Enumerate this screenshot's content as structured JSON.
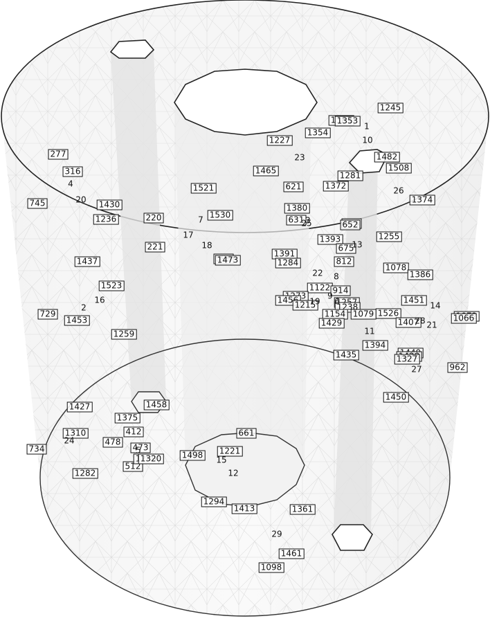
{
  "box_labels": [
    "1245",
    "1383",
    "1353",
    "1354",
    "1227",
    "1482",
    "1508",
    "1281",
    "1465",
    "1521",
    "621",
    "1372",
    "1374",
    "277",
    "316",
    "745",
    "1430",
    "1236",
    "220",
    "1530",
    "1380",
    "631",
    "674",
    "652",
    "1255",
    "1393",
    "675",
    "221",
    "599",
    "1473",
    "1391",
    "1284",
    "812",
    "1437",
    "1078",
    "1386",
    "1523",
    "1122",
    "914",
    "1451",
    "1273",
    "1456",
    "1215",
    "1257",
    "1238",
    "1526",
    "1072",
    "1066",
    "729",
    "1453",
    "1154",
    "1079",
    "1407",
    "1429",
    "1259",
    "1394",
    "1435",
    "1449",
    "1428",
    "1327",
    "962",
    "1450",
    "1427",
    "1458",
    "1375",
    "412",
    "1310",
    "478",
    "473",
    "512",
    "1289",
    "1320",
    "1498",
    "1221",
    "661",
    "734",
    "1282",
    "1294",
    "1413",
    "1361",
    "1461",
    "1098"
  ],
  "plain_labels": [
    "1",
    "10",
    "23",
    "26",
    "4",
    "20",
    "7",
    "17",
    "18",
    "25",
    "3",
    "13",
    "22",
    "8",
    "9",
    "19",
    "6",
    "14",
    "28",
    "21",
    "2",
    "16",
    "11",
    "27",
    "24",
    "5",
    "15",
    "12",
    "29"
  ]
}
